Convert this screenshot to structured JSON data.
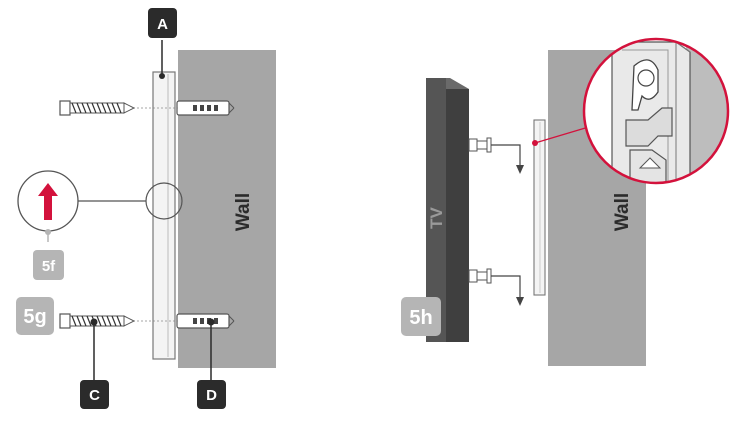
{
  "labels": {
    "a": "A",
    "c": "C",
    "d": "D"
  },
  "steps": {
    "f": "5f",
    "g": "5g",
    "h": "5h"
  },
  "text": {
    "wall_left": "Wall",
    "wall_right": "Wall",
    "tv": "TV"
  },
  "colors": {
    "wall": "#a6a6a6",
    "tv": "#4d4d4d",
    "label_dark": "#2b2b2b",
    "step_badge": "#b5b5b5",
    "accent_red": "#d3123c"
  }
}
